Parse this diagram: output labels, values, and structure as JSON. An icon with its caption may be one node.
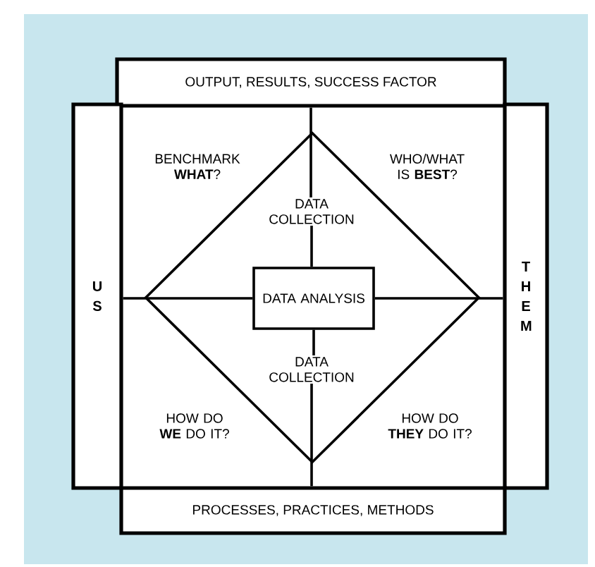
{
  "diagram": {
    "nodes": [
      {
        "text": [
          "OUTPUT, RESULTS, SUCCESS FACTOR"
        ]
      },
      {
        "text": [
          "U S"
        ]
      },
      {
        "text": [
          "T H E M"
        ]
      },
      {
        "text": [],
        "shape": "diamond"
      },
      {
        "text": [
          "DATA COLLECTION"
        ],
        "in": 3
      },
      {
        "text": [
          "DATA ANALYSIS"
        ],
        "in": 3
      },
      {
        "text": [
          "DATA COLLECTION"
        ],
        "in": 3
      },
      {
        "text": [
          "PROCESSES, PRACTICES, METHODS"
        ]
      }
    ],
    "edges": [
      {
        "from": 0,
        "to": 4,
        "arrow": "none"
      },
      {
        "from": 4,
        "to": 5,
        "arrow": "none"
      },
      {
        "from": 5,
        "to": 6,
        "arrow": "none"
      },
      {
        "from": 6,
        "to": 7,
        "arrow": "none"
      },
      {
        "from": 1,
        "to": 5,
        "arrow": "none"
      },
      {
        "from": 5,
        "to": 2,
        "arrow": "none"
      }
    ],
    "labels": [
      "BENCHMARK **WHAT**?",
      "WHO/WHAT IS **BEST**?",
      "HOW DO **WE** DO IT?",
      "HOW DO **THEY** DO IT?"
    ]
  }
}
